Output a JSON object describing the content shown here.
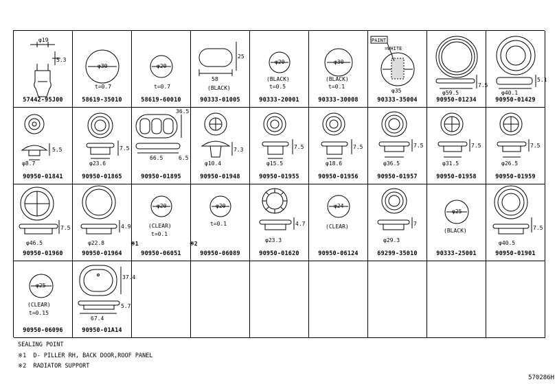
{
  "parts": [
    {
      "pn": "57442-95J00",
      "dims": [
        "φ19",
        "5.3"
      ],
      "text": []
    },
    {
      "pn": "58619-35010",
      "dims": [
        "φ30"
      ],
      "text": [
        "t=0.7"
      ]
    },
    {
      "pn": "58619-60010",
      "dims": [
        "φ20"
      ],
      "text": [
        "t=0.7"
      ]
    },
    {
      "pn": "90333-01005",
      "dims": [
        "25",
        "58"
      ],
      "text": [
        "(BLACK)"
      ]
    },
    {
      "pn": "90333-20001",
      "dims": [
        "φ20"
      ],
      "text": [
        "(BLACK)",
        "t=0.5"
      ]
    },
    {
      "pn": "90333-30008",
      "dims": [
        "φ30"
      ],
      "text": [
        "(BLACK)",
        "t=0.1"
      ]
    },
    {
      "pn": "90333-35004",
      "dims": [
        "φ35"
      ],
      "text": [
        "PAINT",
        "=WHITE"
      ]
    },
    {
      "pn": "90950-01234",
      "dims": [
        "φ59.5",
        "7.5"
      ],
      "text": []
    },
    {
      "pn": "90950-01429",
      "dims": [
        "φ40.1",
        "5.1"
      ],
      "text": []
    },
    {
      "pn": "90950-01841",
      "dims": [
        "φ8.7",
        "5.5"
      ],
      "text": []
    },
    {
      "pn": "90950-01865",
      "dims": [
        "φ23.6",
        "7.5"
      ],
      "text": []
    },
    {
      "pn": "90950-01895",
      "dims": [
        "36.5",
        "66.5",
        "6.5"
      ],
      "text": []
    },
    {
      "pn": "90950-01948",
      "dims": [
        "φ10.4",
        "7.3"
      ],
      "text": []
    },
    {
      "pn": "90950-01955",
      "dims": [
        "φ15.5",
        "7.5"
      ],
      "text": []
    },
    {
      "pn": "90950-01956",
      "dims": [
        "φ18.6",
        "7.5"
      ],
      "text": []
    },
    {
      "pn": "90950-01957",
      "dims": [
        "φ36.5",
        "7.5"
      ],
      "text": []
    },
    {
      "pn": "90950-01958",
      "dims": [
        "φ31.5",
        "7.5"
      ],
      "text": []
    },
    {
      "pn": "90950-01959",
      "dims": [
        "φ26.5",
        "7.5"
      ],
      "text": []
    },
    {
      "pn": "90950-01960",
      "dims": [
        "φ46.5",
        "7.5"
      ],
      "text": []
    },
    {
      "pn": "90950-01964",
      "dims": [
        "φ22.8",
        "4.9"
      ],
      "text": []
    },
    {
      "pn": "90950-06051",
      "dims": [
        "φ20"
      ],
      "text": [
        "(CLEAR)",
        "t=0.1"
      ],
      "note": "※1"
    },
    {
      "pn": "90950-06089",
      "dims": [
        "φ20"
      ],
      "text": [
        "t=0.1"
      ],
      "note": "※2"
    },
    {
      "pn": "90950-01620",
      "dims": [
        "φ23.3",
        "4.7"
      ],
      "text": []
    },
    {
      "pn": "90950-06124",
      "dims": [
        "φ24"
      ],
      "text": [
        "(CLEAR)"
      ]
    },
    {
      "pn": "69299-35010",
      "dims": [
        "φ29.3",
        "7"
      ],
      "text": []
    },
    {
      "pn": "90333-25001",
      "dims": [
        "φ25"
      ],
      "text": [
        "(BLACK)"
      ]
    },
    {
      "pn": "90950-01901",
      "dims": [
        "φ40.5",
        "7.5"
      ],
      "text": []
    },
    {
      "pn": "90950-06096",
      "dims": [
        "φ25"
      ],
      "text": [
        "(CLEAR)",
        "t=0.15"
      ]
    },
    {
      "pn": "90950-01A14",
      "dims": [
        "37.4",
        "67.4",
        "5.7"
      ],
      "text": []
    }
  ],
  "legend": {
    "title": "SEALING POINT",
    "n1": "※1  D- PILLER RH, BACK DOOR,ROOF PANEL",
    "n2": "※2  RADIATOR SUPPORT"
  },
  "ref": "570286H"
}
